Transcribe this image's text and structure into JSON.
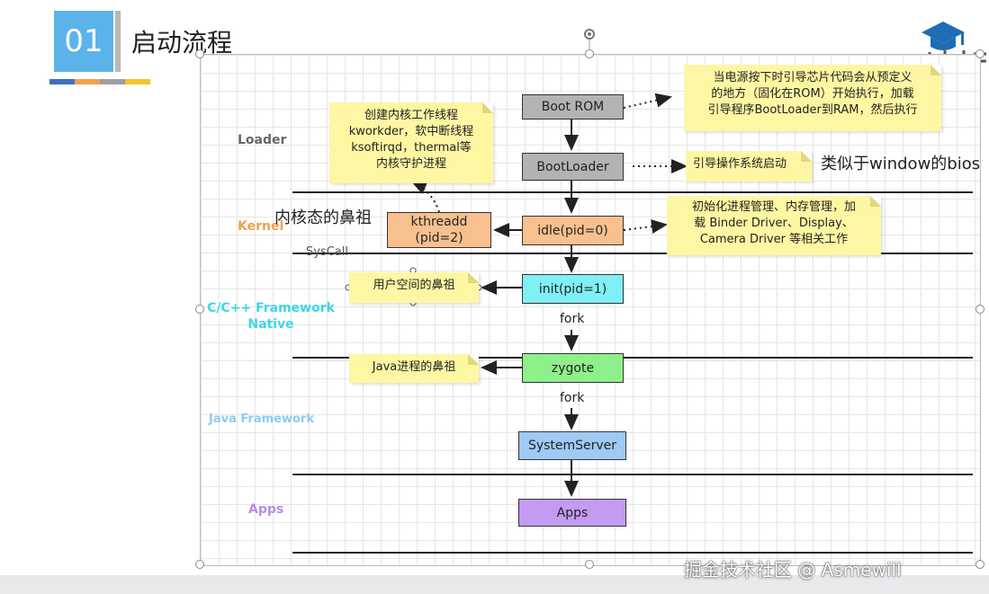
{
  "slide": {
    "number": "01",
    "title": "启动流程",
    "title_bar_colors": [
      "#3f6fc1",
      "#f0a24a",
      "#9e9e9e",
      "#f3c529"
    ]
  },
  "layers": {
    "loader": {
      "label": "Loader",
      "color": "#666666"
    },
    "kernel": {
      "label": "Kernel",
      "color": "#f0a04b"
    },
    "syscall": {
      "label": "SysCall",
      "color": "#555555"
    },
    "native": {
      "label_line1": "C/C++ Framework",
      "label_line2": "Native",
      "color": "#3ed6e6"
    },
    "java_framework": {
      "label": "Java Framework",
      "color": "#8ecbf0"
    },
    "apps": {
      "label": "Apps",
      "color": "#b58ee8"
    }
  },
  "nodes": {
    "boot_rom": {
      "label": "Boot ROM",
      "fill": "#b3b3b3"
    },
    "bootloader": {
      "label": "BootLoader",
      "fill": "#b3b3b3"
    },
    "idle": {
      "label": "idle(pid=0)",
      "fill": "#f8c08f"
    },
    "kthreadd": {
      "line1": "kthreadd",
      "line2": "(pid=2)",
      "fill": "#f8c08f"
    },
    "init": {
      "label": "init(pid=1)",
      "fill": "#7ff0f5"
    },
    "zygote": {
      "label": "zygote",
      "fill": "#8ef08a"
    },
    "system_server": {
      "label": "SystemServer",
      "fill": "#9fcaf5"
    },
    "apps": {
      "label": "Apps",
      "fill": "#c39bf2"
    }
  },
  "edges": {
    "fork_1": "fork",
    "fork_2": "fork"
  },
  "notes": {
    "boot_rom_note": [
      "当电源按下时引导芯片代码会从预定义",
      "的地方（固化在ROM）开始执行，加载",
      "引导程序BootLoader到RAM，然后执行"
    ],
    "kernel_threads_note": [
      "创建内核工作线程",
      "kworkder，软中断线程",
      "ksoftirqd，thermal等",
      "内核守护进程"
    ],
    "bootloader_note": "引导操作系统启动",
    "idle_note": [
      "初始化进程管理、内存管理，加",
      "载 Binder Driver、Display、",
      "Camera Driver 等相关工作"
    ],
    "init_note": "用户空间的鼻祖",
    "zygote_note": "Java进程的鼻祖"
  },
  "annotations": {
    "bios_text": "类似于window的bios",
    "kernel_ancestor": "内核态的鼻祖"
  },
  "watermark": "掘金技术社区 @ Asmewill"
}
